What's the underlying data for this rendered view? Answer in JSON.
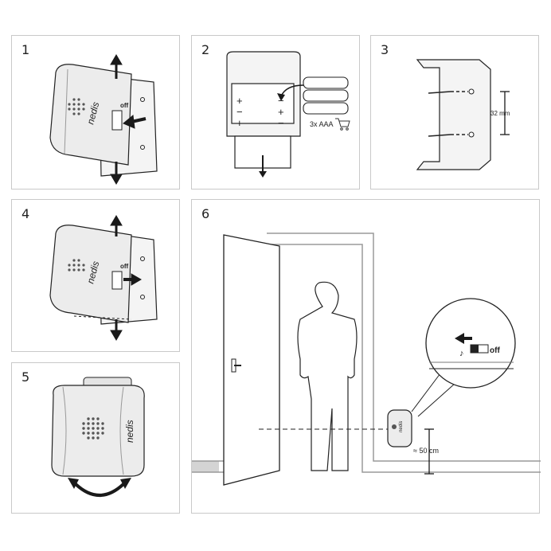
{
  "panels": [
    {
      "number": "1"
    },
    {
      "number": "2"
    },
    {
      "number": "3"
    },
    {
      "number": "4"
    },
    {
      "number": "5"
    },
    {
      "number": "6"
    }
  ],
  "labels": {
    "brand": "nedis",
    "switch_off": "off",
    "battery": "3x AAA",
    "screw_spacing": "32 mm",
    "mount_height": "≈ 50 cm",
    "plus": "+",
    "minus": "−"
  },
  "colors": {
    "line": "#1a1a1a",
    "wall": "#bdbdbd",
    "device": "#ececec",
    "frame": "#c9c9c9"
  }
}
